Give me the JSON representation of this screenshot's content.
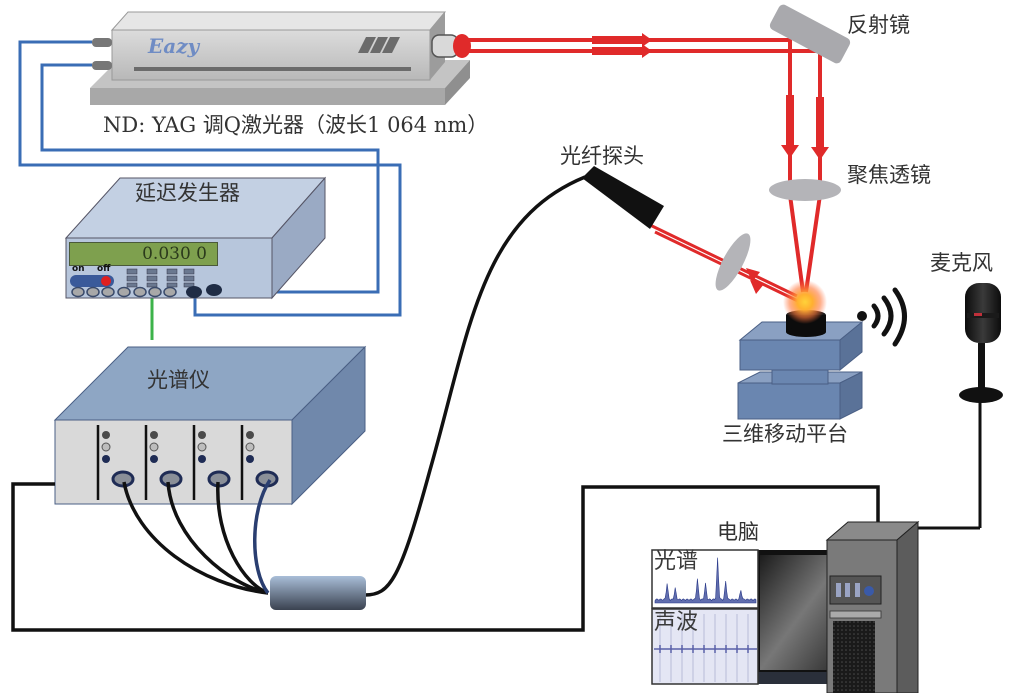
{
  "figure": {
    "title": "LIBS and acoustic signal acquisition experimental setup"
  },
  "labels": {
    "laser": "ND: YAG 调Q激光器（波长1 064 nm）",
    "laser_brand": "Eazy",
    "mirror": "反射镜",
    "focusing_lens": "聚焦透镜",
    "fiber_probe": "光纤探头",
    "delay_generator": "延迟发生器",
    "delay_display": "0.030 0",
    "switch_on": "on",
    "switch_off": "off",
    "spectrometer": "光谱仪",
    "stage": "三维移动平台",
    "microphone": "麦克风",
    "computer": "电脑",
    "screen_spectrum": "光谱",
    "screen_acoustic": "声波"
  },
  "colors": {
    "laser_beam": "#e02a2a",
    "trigger_cable": "#3a6db5",
    "sync_cable": "#3cb34a",
    "signal_cable": "#111111",
    "stage_blue": "#6a86b0",
    "spectrometer_top": "#8ea6c4",
    "delay_gen_body": "#b7c6dc"
  },
  "components": [
    {
      "id": "laser",
      "name": "Nd:YAG Q-switched laser",
      "wavelength_nm": 1064
    },
    {
      "id": "mirror",
      "name": "Reflecting mirror"
    },
    {
      "id": "focusing_lens",
      "name": "Focusing lens"
    },
    {
      "id": "stage",
      "name": "3D translation stage"
    },
    {
      "id": "fiber_probe",
      "name": "Fiber probe"
    },
    {
      "id": "collection_lens",
      "name": "Collection lens"
    },
    {
      "id": "microphone",
      "name": "Microphone"
    },
    {
      "id": "delay_generator",
      "name": "Delay generator",
      "display_value": "0.030 0"
    },
    {
      "id": "spectrometer",
      "name": "Spectrometer",
      "channels": 4
    },
    {
      "id": "fiber_splitter",
      "name": "Fiber bundle splitter"
    },
    {
      "id": "computer",
      "name": "Computer"
    }
  ],
  "connections": [
    {
      "from": "delay_generator",
      "to": "laser",
      "type": "trigger",
      "count": 2
    },
    {
      "from": "delay_generator",
      "to": "spectrometer",
      "type": "sync"
    },
    {
      "from": "laser",
      "to": "mirror",
      "type": "beam"
    },
    {
      "from": "mirror",
      "to": "focusing_lens",
      "type": "beam"
    },
    {
      "from": "focusing_lens",
      "to": "stage",
      "type": "beam"
    },
    {
      "from": "stage",
      "to": "fiber_probe",
      "type": "plasma-emission"
    },
    {
      "from": "fiber_probe",
      "to": "fiber_splitter",
      "type": "fiber"
    },
    {
      "from": "fiber_splitter",
      "to": "spectrometer",
      "type": "fiber",
      "count": 4
    },
    {
      "from": "spectrometer",
      "to": "computer",
      "type": "signal"
    },
    {
      "from": "microphone",
      "to": "computer",
      "type": "signal"
    }
  ]
}
